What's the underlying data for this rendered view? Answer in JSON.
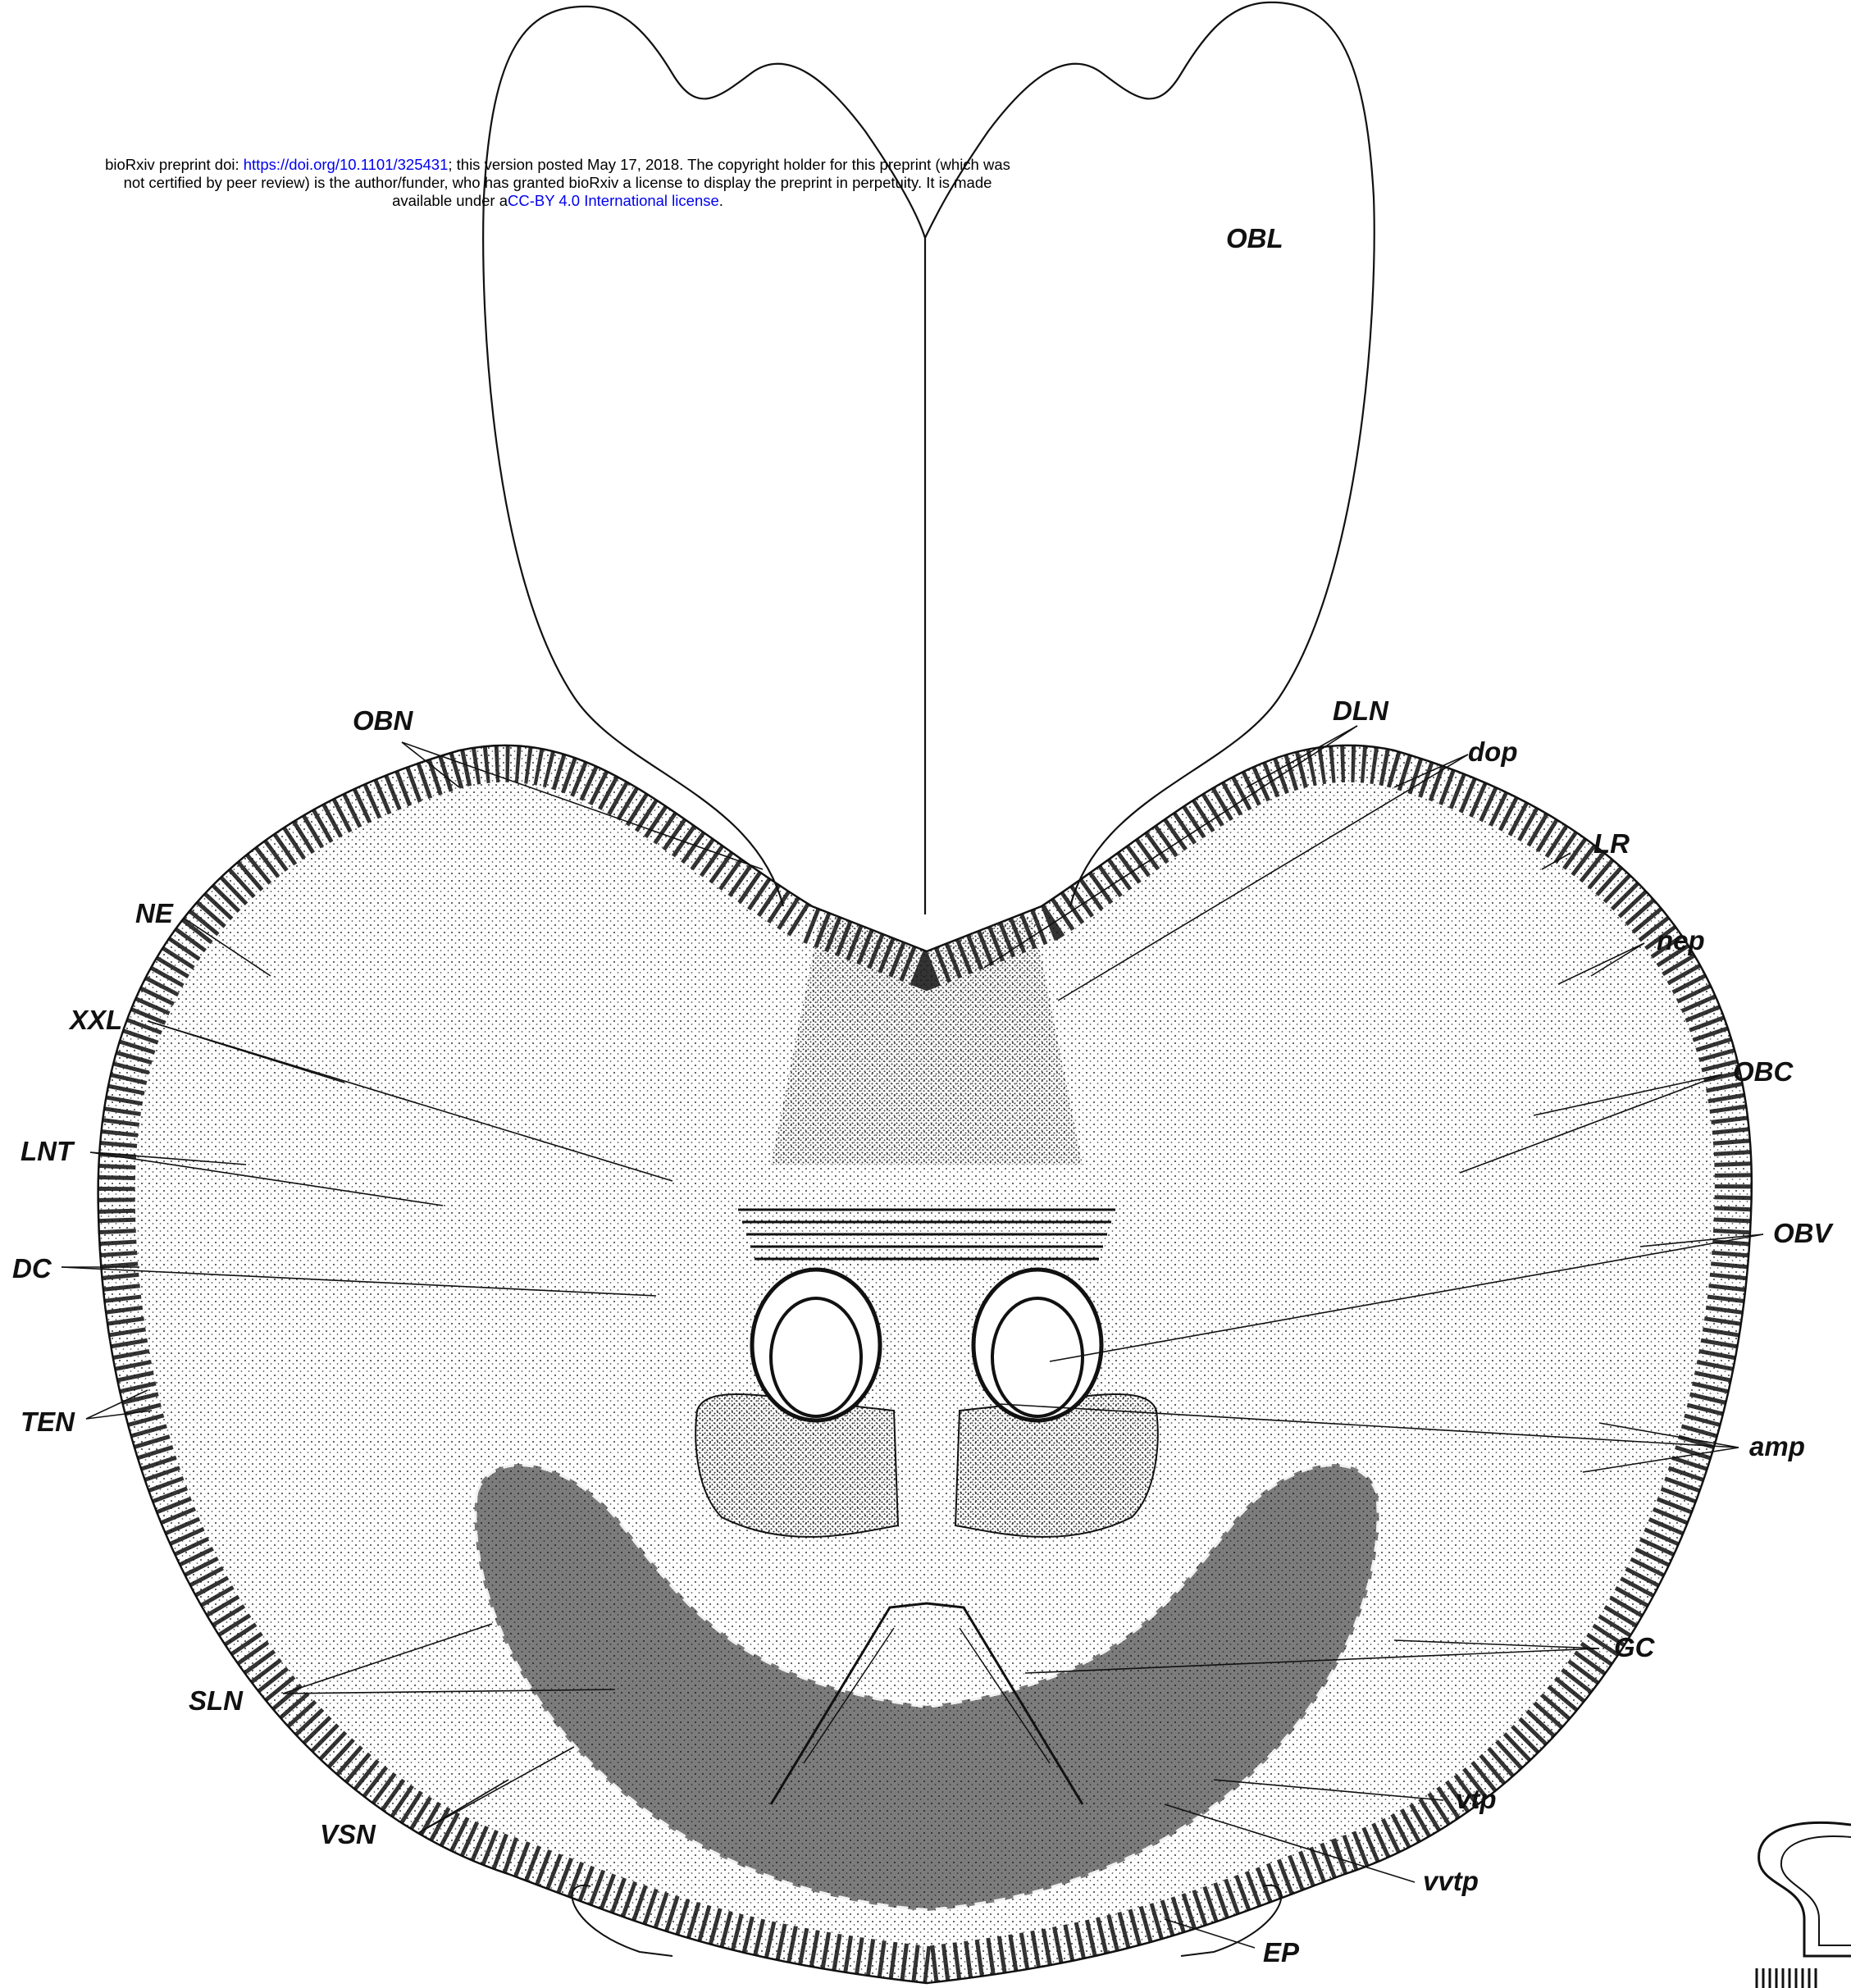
{
  "header": {
    "line1_prefix": "bioRxiv preprint doi: ",
    "doi_link": "https://doi.org/10.1101/325431",
    "line1_suffix": "; this version posted May 17, 2018. The copyright holder for this preprint (which was",
    "line2": "not certified by peer review) is the author/funder, who has granted bioRxiv a license to display the preprint in perpetuity. It is made",
    "line3_prefix": "available under a",
    "license_link": "CC-BY 4.0 International license",
    "line3_suffix": "."
  },
  "labels": {
    "OBL": "OBL",
    "OBN": "OBN",
    "DLN": "DLN",
    "dop": "dop",
    "LR": "LR",
    "NE": "NE",
    "nep": "nep",
    "XXL": "XXL",
    "OBC": "OBC",
    "LNT": "LNT",
    "OBV": "OBV",
    "DC": "DC",
    "TEN": "TEN",
    "amp": "amp",
    "GC": "GC",
    "SLN": "SLN",
    "vtp": "vtp",
    "VSN": "VSN",
    "vvtp": "vvtp",
    "EP": "EP"
  },
  "colors": {
    "ink": "#111111",
    "background": "#ffffff",
    "link": "#0000ee"
  }
}
